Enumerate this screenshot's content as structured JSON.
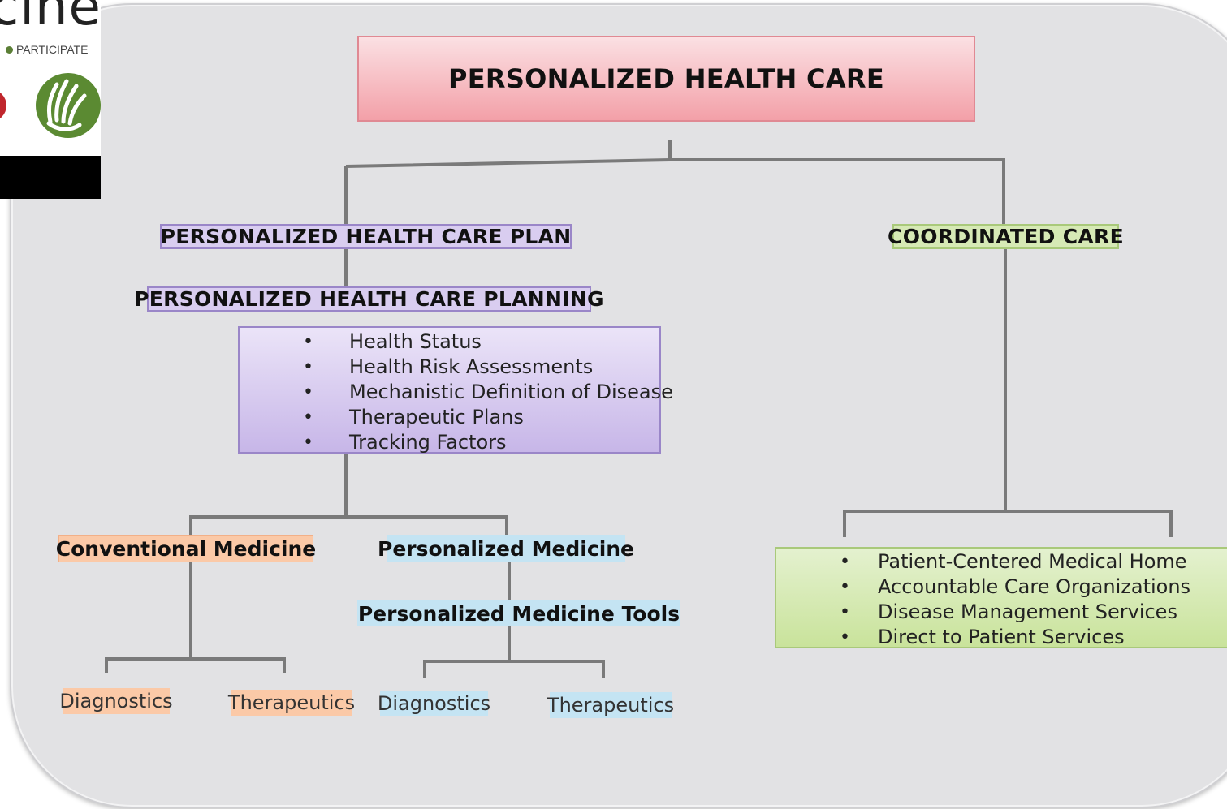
{
  "logo": {
    "word": "cine",
    "tagline": "PARTICIPATE",
    "icons": [
      "red-circle-icon",
      "green-hand-icon"
    ],
    "colors": {
      "red": "#c0262d",
      "green": "#5b8a32"
    }
  },
  "diagram": {
    "root": "PERSONALIZED HEALTH CARE",
    "plan": {
      "title": "PERSONALIZED HEALTH CARE PLAN",
      "planning_title": "PERSONALIZED HEALTH CARE PLANNING",
      "planning_items": [
        "Health Status",
        "Health Risk Assessments",
        "Mechanistic Definition of Disease",
        "Therapeutic Plans",
        "Tracking Factors"
      ],
      "conventional": {
        "title": "Conventional Medicine",
        "children": [
          "Diagnostics",
          "Therapeutics"
        ]
      },
      "personalized": {
        "title": "Personalized Medicine",
        "tools_title": "Personalized Medicine Tools",
        "children": [
          "Diagnostics",
          "Therapeutics"
        ]
      }
    },
    "coordinated": {
      "title": "COORDINATED CARE",
      "items": [
        "Patient-Centered Medical Home",
        "Accountable Care Organizations",
        "Disease Management Services",
        "Direct to Patient Services"
      ]
    },
    "colors": {
      "root_fill": "#f4a6ad",
      "root_border": "#e38a93",
      "purple_fill": "#d9cdf0",
      "purple_border": "#9a86c8",
      "green_fill": "#d6e9b5",
      "green_border": "#a9c97a",
      "orange_fill": "#fbc9a7",
      "blue_fill": "#c4e4f3",
      "line": "#7a7a7a"
    }
  }
}
